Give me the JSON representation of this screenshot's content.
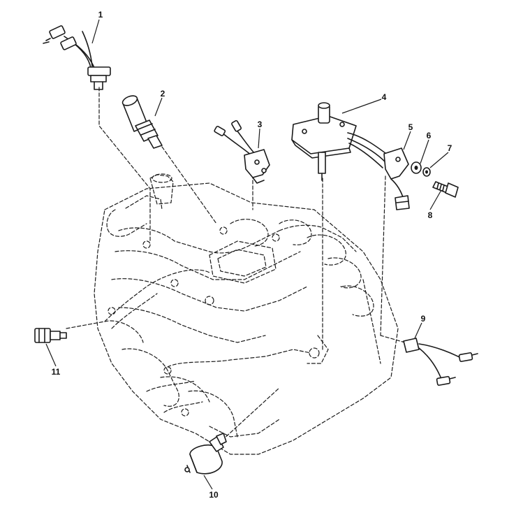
{
  "callouts": [
    {
      "id": "1",
      "label": "1"
    },
    {
      "id": "2",
      "label": "2"
    },
    {
      "id": "3",
      "label": "3"
    },
    {
      "id": "4",
      "label": "4"
    },
    {
      "id": "5",
      "label": "5"
    },
    {
      "id": "6",
      "label": "6"
    },
    {
      "id": "7",
      "label": "7"
    },
    {
      "id": "8",
      "label": "8"
    },
    {
      "id": "9",
      "label": "9"
    },
    {
      "id": "10",
      "label": "10"
    },
    {
      "id": "11",
      "label": "11"
    }
  ]
}
